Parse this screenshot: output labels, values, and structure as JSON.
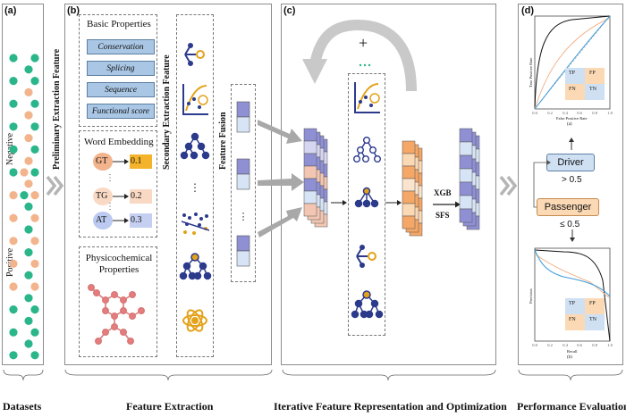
{
  "panels": {
    "a": "(a)",
    "b": "(b)",
    "c": "(c)",
    "d": "(d)"
  },
  "datasets": {
    "negative": "Negative",
    "positive": "Positive"
  },
  "feature_extraction": {
    "preliminary_title": "Preliminary Extraction Feature",
    "basic_properties_title": "Basic Properties",
    "basic_properties": [
      "Conservation",
      "Splicing",
      "Sequence",
      "Functional score"
    ],
    "word_embedding_title": "Word Embedding",
    "embeddings": [
      {
        "kmer": "GT",
        "value": "0.1"
      },
      {
        "kmer": "TG",
        "value": "0.2"
      },
      {
        "kmer": "AT",
        "value": "0.3"
      }
    ],
    "physicochemical_title_line1": "Physicochemical",
    "physicochemical_title_line2": "Properties",
    "secondary_title": "Secondary Extraction Feature",
    "fusion_title": "Feature Fusion",
    "ellipsis": "⋮"
  },
  "optimization": {
    "xgb": "XGB",
    "sfs": "SFS",
    "plus": "+"
  },
  "performance": {
    "driver": "Driver",
    "gt": "> 0.5",
    "passenger": "Passenger",
    "le": "≤ 0.5",
    "roc_sub": "(a)",
    "pr_sub": "(b)",
    "roc_xlabel": "False Positive Rate",
    "roc_ylabel": "True Positive Rate",
    "pr_xlabel": "Recall",
    "pr_ylabel": "Precision",
    "cm_tp": "TP",
    "cm_fp": "FP",
    "cm_fn": "FN",
    "cm_tn": "TN",
    "axis_ticks": [
      "0.0",
      "0.2",
      "0.4",
      "0.6",
      "0.8",
      "1.0"
    ]
  },
  "captions": {
    "datasets": "Datasets",
    "feature_extraction": "Feature Extraction",
    "iterative": "Iterative Feature Representation and Optimization",
    "performance": "Performance Evaluation"
  },
  "colors": {
    "teal": "#2bb58b",
    "salmon": "#f2b48c",
    "navy": "#2c3a8c",
    "gold": "#e3a21a",
    "purple": "#8f8fd4",
    "orange": "#f4a766",
    "light_blue": "#a9c6e4",
    "cm_blue": "#cfe0f3",
    "cm_orange": "#fbd9b5"
  }
}
